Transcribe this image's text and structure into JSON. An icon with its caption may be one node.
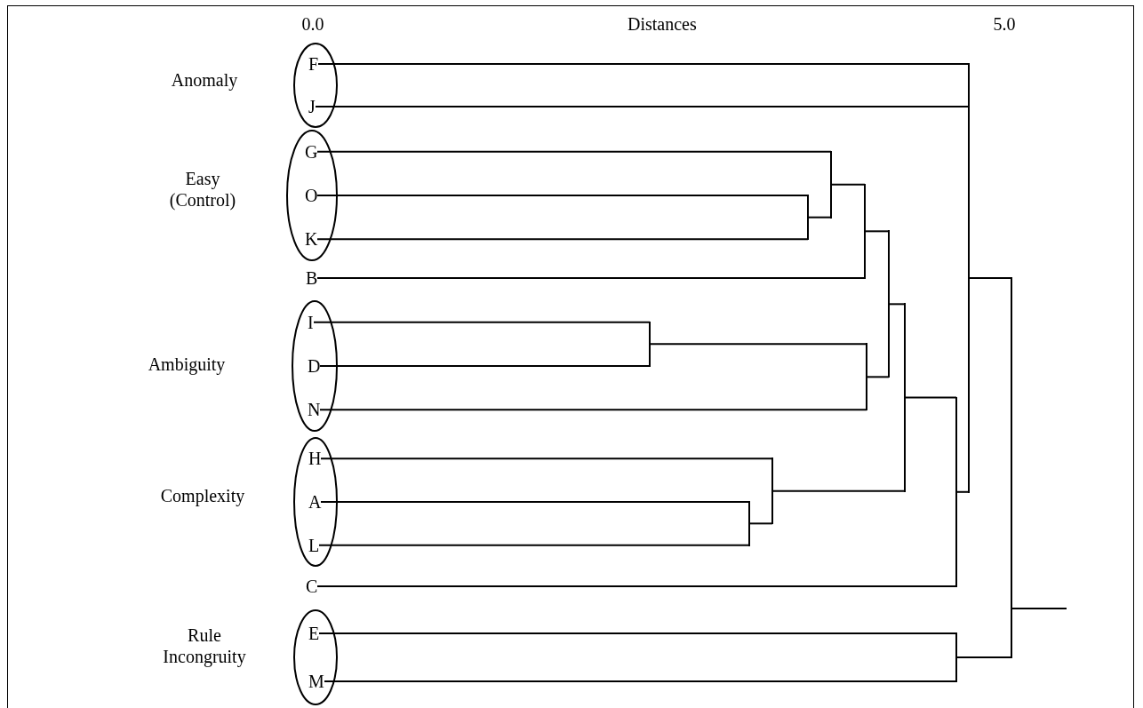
{
  "diagram": {
    "nodes": [
      {
        "text": [
          "Anomaly"
        ]
      },
      {
        "text": [
          "F"
        ],
        "in": 0
      },
      {
        "text": [
          "J"
        ],
        "in": 0
      },
      {
        "text": [
          "Easy (Control)"
        ]
      },
      {
        "text": [
          "G"
        ],
        "in": 3
      },
      {
        "text": [
          "O"
        ],
        "in": 3
      },
      {
        "text": [
          "K"
        ],
        "in": 3
      },
      {
        "text": [
          "B"
        ]
      },
      {
        "text": [
          "Ambiguity"
        ]
      },
      {
        "text": [
          "I"
        ],
        "in": 8
      },
      {
        "text": [
          "D"
        ],
        "in": 8
      },
      {
        "text": [
          "N"
        ],
        "in": 8
      },
      {
        "text": [
          "Complexity"
        ]
      },
      {
        "text": [
          "H"
        ],
        "in": 12
      },
      {
        "text": [
          "A"
        ],
        "in": 12
      },
      {
        "text": [
          "L"
        ],
        "in": 12
      },
      {
        "text": [
          "C"
        ]
      },
      {
        "text": [
          "Rule Incongruity"
        ]
      },
      {
        "text": [
          "E"
        ],
        "in": 17
      },
      {
        "text": [
          "M"
        ],
        "in": 17
      },
      {
        "text": [],
        "shape": "bar"
      },
      {
        "text": [],
        "shape": "bar"
      },
      {
        "text": [],
        "shape": "bar"
      },
      {
        "text": [],
        "shape": "bar"
      },
      {
        "text": [],
        "shape": "bar"
      },
      {
        "text": [],
        "shape": "bar"
      },
      {
        "text": [],
        "shape": "bar"
      },
      {
        "text": [],
        "shape": "bar"
      },
      {
        "text": [],
        "shape": "bar"
      },
      {
        "text": [],
        "shape": "bar"
      },
      {
        "text": [],
        "shape": "bar"
      },
      {
        "text": [],
        "shape": "bar"
      },
      {
        "text": [],
        "shape": "bar"
      }
    ],
    "edges": [
      {
        "from": 9,
        "to": 20,
        "arrow": "none"
      },
      {
        "from": 10,
        "to": 20,
        "arrow": "none"
      },
      {
        "from": 14,
        "to": 21,
        "arrow": "none"
      },
      {
        "from": 15,
        "to": 21,
        "arrow": "none"
      },
      {
        "from": 13,
        "to": 22,
        "arrow": "none"
      },
      {
        "from": 21,
        "to": 22,
        "arrow": "none"
      },
      {
        "from": 5,
        "to": 23,
        "arrow": "none"
      },
      {
        "from": 6,
        "to": 23,
        "arrow": "none"
      },
      {
        "from": 4,
        "to": 24,
        "arrow": "none"
      },
      {
        "from": 23,
        "to": 24,
        "arrow": "none"
      },
      {
        "from": 24,
        "to": 25,
        "arrow": "none"
      },
      {
        "from": 7,
        "to": 25,
        "arrow": "none"
      },
      {
        "from": 20,
        "to": 26,
        "arrow": "none"
      },
      {
        "from": 11,
        "to": 26,
        "arrow": "none"
      },
      {
        "from": 25,
        "to": 27,
        "arrow": "none"
      },
      {
        "from": 26,
        "to": 27,
        "arrow": "none"
      },
      {
        "from": 27,
        "to": 28,
        "arrow": "none"
      },
      {
        "from": 22,
        "to": 28,
        "arrow": "none"
      },
      {
        "from": 28,
        "to": 29,
        "arrow": "none"
      },
      {
        "from": 16,
        "to": 29,
        "arrow": "none"
      },
      {
        "from": 18,
        "to": 30,
        "arrow": "none"
      },
      {
        "from": 19,
        "to": 30,
        "arrow": "none"
      },
      {
        "from": 1,
        "to": 31,
        "arrow": "none"
      },
      {
        "from": 2,
        "to": 31,
        "arrow": "none"
      },
      {
        "from": 29,
        "to": 31,
        "arrow": "none"
      },
      {
        "from": 31,
        "to": 32,
        "arrow": "none"
      },
      {
        "from": 30,
        "to": 32,
        "arrow": "none"
      },
      {
        "from": 32,
        "to": null,
        "arrow": "none"
      }
    ],
    "labels": [
      "0.0",
      "Distances",
      "5.0"
    ]
  }
}
